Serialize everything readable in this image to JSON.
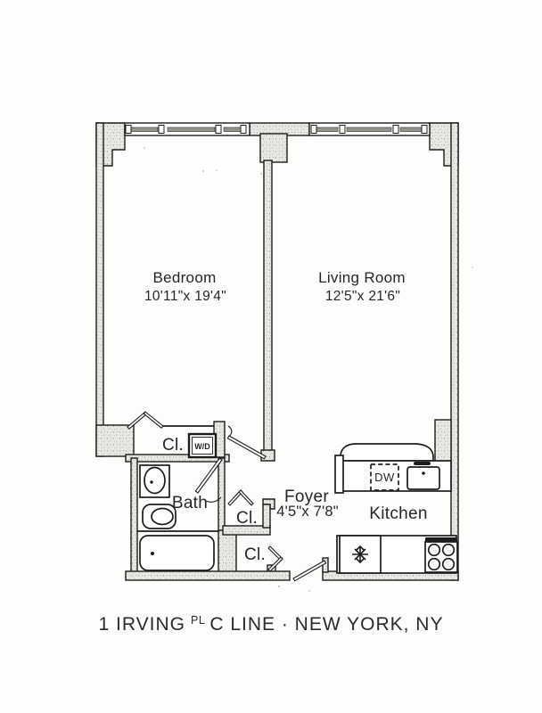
{
  "caption": {
    "address": "1 IRVING",
    "street_suffix": "PL",
    "line_city": "C LINE · NEW YORK, NY"
  },
  "rooms": {
    "bedroom": {
      "name": "Bedroom",
      "dims": "10'11\"x 19'4\""
    },
    "living": {
      "name": "Living Room",
      "dims": "12'5\"x 21'6\""
    },
    "bath": {
      "name": "Bath"
    },
    "foyer": {
      "name": "Foyer",
      "dims": "4'5\"x 7'8\""
    },
    "kitchen": {
      "name": "Kitchen"
    }
  },
  "labels": {
    "closet": "Cl.",
    "washer_dryer": "W/D",
    "dishwasher": "DW"
  },
  "icons": {
    "refrigerator": "snowflake-icon"
  },
  "colors": {
    "line": "#1c1c1c",
    "wall_fill": "#e8e8e4",
    "window_glass": "#95958e",
    "text": "#262626",
    "paper": "#fdfdfc"
  }
}
